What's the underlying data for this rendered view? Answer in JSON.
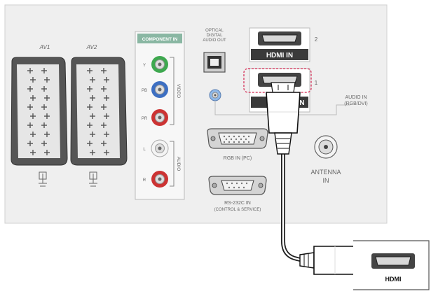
{
  "panel": {
    "av1": "AV1",
    "av2": "AV2",
    "component_in": "COMPONENT IN",
    "component_pins": [
      "Y",
      "PB",
      "PR",
      "L",
      "R"
    ],
    "video": "VIDEO",
    "audio": "AUDIO",
    "optical": [
      "OPTICAL",
      "DIGITAL",
      "AUDIO OUT"
    ],
    "hdmi_label": "HDMI IN",
    "hdmi_port_2": "2",
    "hdmi_port_1": "1",
    "audio_in": [
      "AUDIO IN",
      "(RGB/DVI)"
    ],
    "rgb_in": "RGB IN (PC)",
    "rs232": [
      "RS-232C IN",
      "(CONTROL & SERVICE)"
    ],
    "antenna": [
      "ANTENNA",
      "IN"
    ]
  },
  "device": {
    "hdmi_label": "HDMI"
  },
  "colors": {
    "panel_bg": "#efefef",
    "component_green": "#3ea84f",
    "component_blue": "#3d6fc2",
    "component_red": "#cc3333",
    "component_white": "#f4f4f4",
    "component_header": "#8ab7a3",
    "highlight_dash": "#d9486b"
  }
}
